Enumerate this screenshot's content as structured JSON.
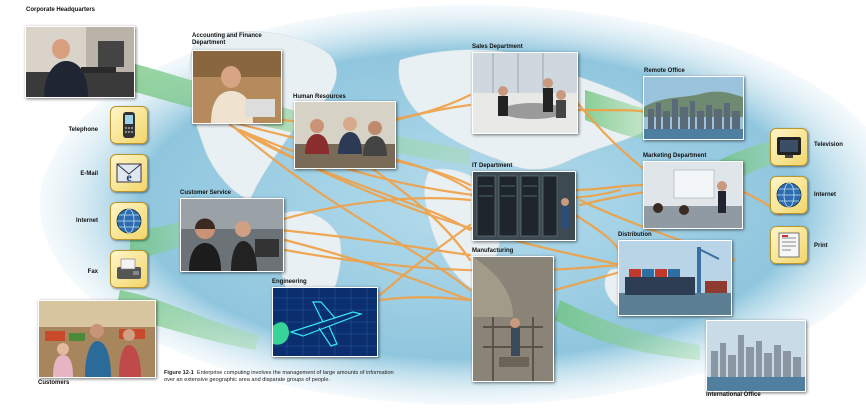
{
  "labels": {
    "corporate_hq": "Corporate Headquarters",
    "accounting": "Accounting and Finance Department",
    "human_resources": "Human Resources",
    "sales": "Sales Department",
    "remote_office": "Remote Office",
    "it": "IT Department",
    "marketing": "Marketing Department",
    "customer_service": "Customer Service",
    "distribution": "Distribution",
    "engineering": "Engineering",
    "manufacturing": "Manufacturing",
    "international_office": "International Office",
    "customers": "Customers"
  },
  "left_channels": [
    "Telephone",
    "E-Mail",
    "Internet",
    "Fax"
  ],
  "right_channels": [
    "Television",
    "Internet",
    "Print"
  ],
  "caption": {
    "number": "Figure 12-1",
    "text": "Enterprise computing involves the management of large amounts of information over an extensive geographic area and disparate groups of people."
  },
  "colors": {
    "ocean": "#8fc6de",
    "land": "#e6eef2",
    "link_green": "#6cc27a",
    "link_orange": "#f0a044",
    "tile": "#f6df86"
  }
}
